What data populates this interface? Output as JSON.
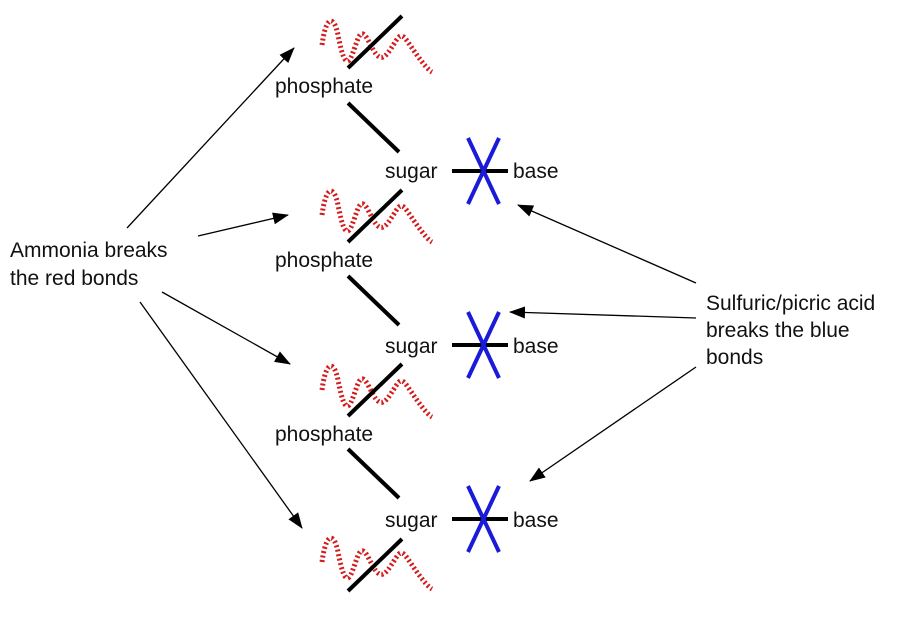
{
  "units": [
    {
      "phosphate": "phosphate",
      "sugar": "sugar",
      "base": "base"
    },
    {
      "phosphate": "phosphate",
      "sugar": "sugar",
      "base": "base"
    },
    {
      "phosphate": "phosphate",
      "sugar": "sugar",
      "base": "base"
    }
  ],
  "left_note": {
    "line1": "Ammonia breaks",
    "line2": "the red bonds"
  },
  "right_note": {
    "line1": "Sulfuric/picric acid",
    "line2": "breaks the blue",
    "line3": "bonds"
  },
  "colors": {
    "red_bond": "#d41a1a",
    "blue_bond": "#1a1ad9",
    "bond": "#000000",
    "arrow": "#000000"
  }
}
